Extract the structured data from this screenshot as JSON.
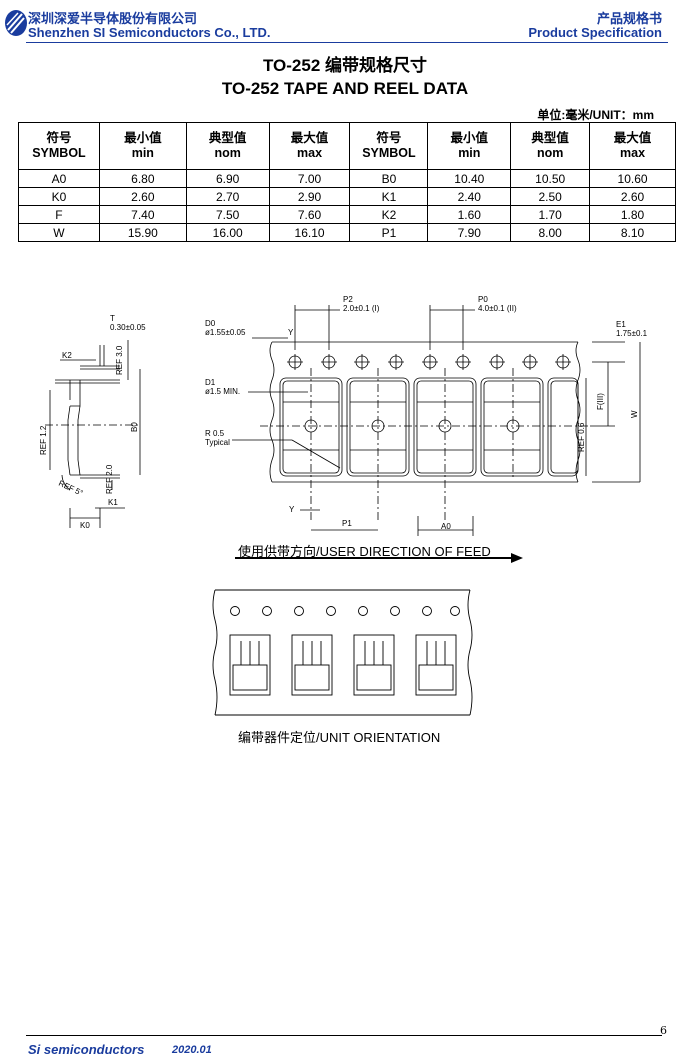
{
  "header": {
    "company_cn": "深圳深爱半导体股份有限公司",
    "company_en": "Shenzhen SI Semiconductors Co., LTD.",
    "doc_cn": "产品规格书",
    "doc_en": "Product Specification",
    "accent_color": "#1a3c9e",
    "logo_icon": "company-logo-icon"
  },
  "title_cn": "TO-252 编带规格尺寸",
  "title_en": "TO-252 TAPE AND REEL DATA",
  "unit_label": "单位:毫米/UNIT：mm",
  "table": {
    "headers": [
      {
        "cn": "符号",
        "en": "SYMBOL"
      },
      {
        "cn": "最小值",
        "en": "min"
      },
      {
        "cn": "典型值",
        "en": "nom"
      },
      {
        "cn": "最大值",
        "en": "max"
      },
      {
        "cn": "符号",
        "en": "SYMBOL"
      },
      {
        "cn": "最小值",
        "en": "min"
      },
      {
        "cn": "典型值",
        "en": "nom"
      },
      {
        "cn": "最大值",
        "en": "max"
      }
    ],
    "rows": [
      [
        "A0",
        "6.80",
        "6.90",
        "7.00",
        "B0",
        "10.40",
        "10.50",
        "10.60"
      ],
      [
        "K0",
        "2.60",
        "2.70",
        "2.90",
        "K1",
        "2.40",
        "2.50",
        "2.60"
      ],
      [
        "F",
        "7.40",
        "7.50",
        "7.60",
        "K2",
        "1.60",
        "1.70",
        "1.80"
      ],
      [
        "W",
        "15.90",
        "16.00",
        "16.10",
        "P1",
        "7.90",
        "8.00",
        "8.10"
      ]
    ]
  },
  "drawing": {
    "t_label": "T",
    "t_value": "0.30±0.05",
    "k2": "K2",
    "ref30": "REF 3.0",
    "ref12": "REF 1.2",
    "b0": "B0",
    "ref5": "REF 5°",
    "ref20": "REF 2.0",
    "k1": "K1",
    "k0": "K0",
    "p2_label": "P2",
    "p2_value": "2.0±0.1 (I)",
    "p0_label": "P0",
    "p0_value": "4.0±0.1 (II)",
    "d0_label": "D0",
    "d0_value": "ø1.55±0.05",
    "y": "Y",
    "e1_label": "E1",
    "e1_value": "1.75±0.1",
    "d1_label": "D1",
    "d1_value": "ø1.5 MIN.",
    "r_label": "R 0.5",
    "r_sub": "Typical",
    "f_label": "F(III)",
    "w_label": "W",
    "ref06": "REF 0.6",
    "p1": "P1",
    "a0": "A0"
  },
  "caption_feed": "使用供带方向/USER DIRECTION OF FEED",
  "caption_orientation": "编带器件定位/UNIT ORIENTATION",
  "footer": {
    "company": "Si semiconductors",
    "date": "2020.01",
    "page": "6"
  }
}
